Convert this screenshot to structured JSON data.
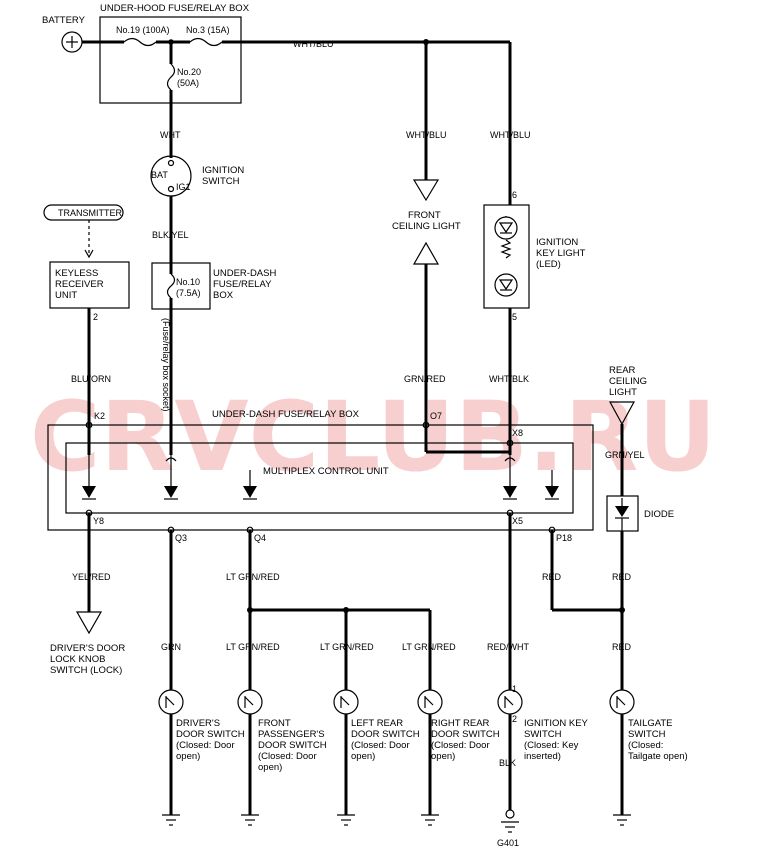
{
  "watermark": "CRVCLUB.RU",
  "battery": {
    "label": "BATTERY"
  },
  "underhood_box": {
    "title": "UNDER-HOOD FUSE/RELAY BOX",
    "fuse_19": "No.19 (100A)",
    "fuse_3": "No.3 (15A)",
    "fuse_20_a": "No.20",
    "fuse_20_b": "(50A)"
  },
  "wires": {
    "wht_blu_top": "WHT/BLU",
    "wht": "WHT",
    "wht_blu_front": "WHT/BLU",
    "wht_blu_key": "WHT/BLU",
    "blk_yel": "BLK/YEL",
    "blu_orn": "BLU/ORN",
    "grn_red": "GRN/RED",
    "wht_blk": "WHT/BLK",
    "grn_yel": "GRN/YEL",
    "yel_red": "YEL/RED",
    "lt_grn_red_q4": "LT GRN/RED",
    "red_p18": "RED",
    "red_diode": "RED",
    "grn": "GRN",
    "lt_grn_red_1": "LT GRN/RED",
    "lt_grn_red_2": "LT GRN/RED",
    "lt_grn_red_3": "LT GRN/RED",
    "red_wht": "RED/WHT",
    "red_tailgate": "RED",
    "blk": "BLK"
  },
  "ignition_switch": {
    "name_1": "IGNITION",
    "name_2": "SWITCH",
    "bat": "BAT",
    "ig1": "IG1"
  },
  "transmitter": {
    "label": "TRANSMITTER"
  },
  "keyless": {
    "line_1": "KEYLESS",
    "line_2": "RECEIVER",
    "line_3": "UNIT",
    "pin": "2"
  },
  "underdash_fuse": {
    "fuse_a": "No.10",
    "fuse_b": "(7.5A)",
    "name_1": "UNDER-DASH",
    "name_2": "FUSE/RELAY",
    "name_3": "BOX",
    "socket_note": "(Fuse/relay box socket)"
  },
  "front_ceiling": {
    "line_1": "FRONT",
    "line_2": "CEILING LIGHT"
  },
  "ignition_key_light": {
    "line_1": "IGNITION",
    "line_2": "KEY LIGHT",
    "line_3": "(LED)",
    "pin_top": "6",
    "pin_bottom": "5"
  },
  "rear_ceiling": {
    "line_1": "REAR",
    "line_2": "CEILING",
    "line_3": "LIGHT"
  },
  "underdash_box": {
    "title": "UNDER-DASH FUSE/RELAY BOX",
    "k2": "K2",
    "o7": "O7",
    "x8": "X8"
  },
  "mcu": {
    "title": "MULTIPLEX CONTROL UNIT",
    "y8": "Y8",
    "q3": "Q3",
    "q4": "Q4",
    "x5": "X5",
    "p18": "P18"
  },
  "diode": {
    "label": "DIODE"
  },
  "lock_knob": {
    "line_1": "DRIVER'S DOOR",
    "line_2": "LOCK KNOB",
    "line_3": "SWITCH (LOCK)"
  },
  "switches": {
    "driver": {
      "l1": "DRIVER'S",
      "l2": "DOOR SWITCH",
      "l3": "(Closed: Door",
      "l4": "open)"
    },
    "front_pass": {
      "l1": "FRONT",
      "l2": "PASSENGER'S",
      "l3": "DOOR SWITCH",
      "l4": "(Closed: Door",
      "l5": "open)"
    },
    "left_rear": {
      "l1": "LEFT REAR",
      "l2": "DOOR SWITCH",
      "l3": "(Closed: Door",
      "l4": "open)"
    },
    "right_rear": {
      "l1": "RIGHT REAR",
      "l2": "DOOR SWITCH",
      "l3": "(Closed: Door",
      "l4": "open)"
    },
    "ign_key": {
      "l1": "IGNITION KEY",
      "l2": "SWITCH",
      "l3": "(Closed: Key",
      "l4": "inserted)",
      "pin1": "1",
      "pin2": "2"
    },
    "tailgate": {
      "l1": "TAILGATE",
      "l2": "SWITCH",
      "l3": "(Closed:",
      "l4": "Tailgate open)"
    }
  },
  "ground": {
    "g401": "G401"
  }
}
